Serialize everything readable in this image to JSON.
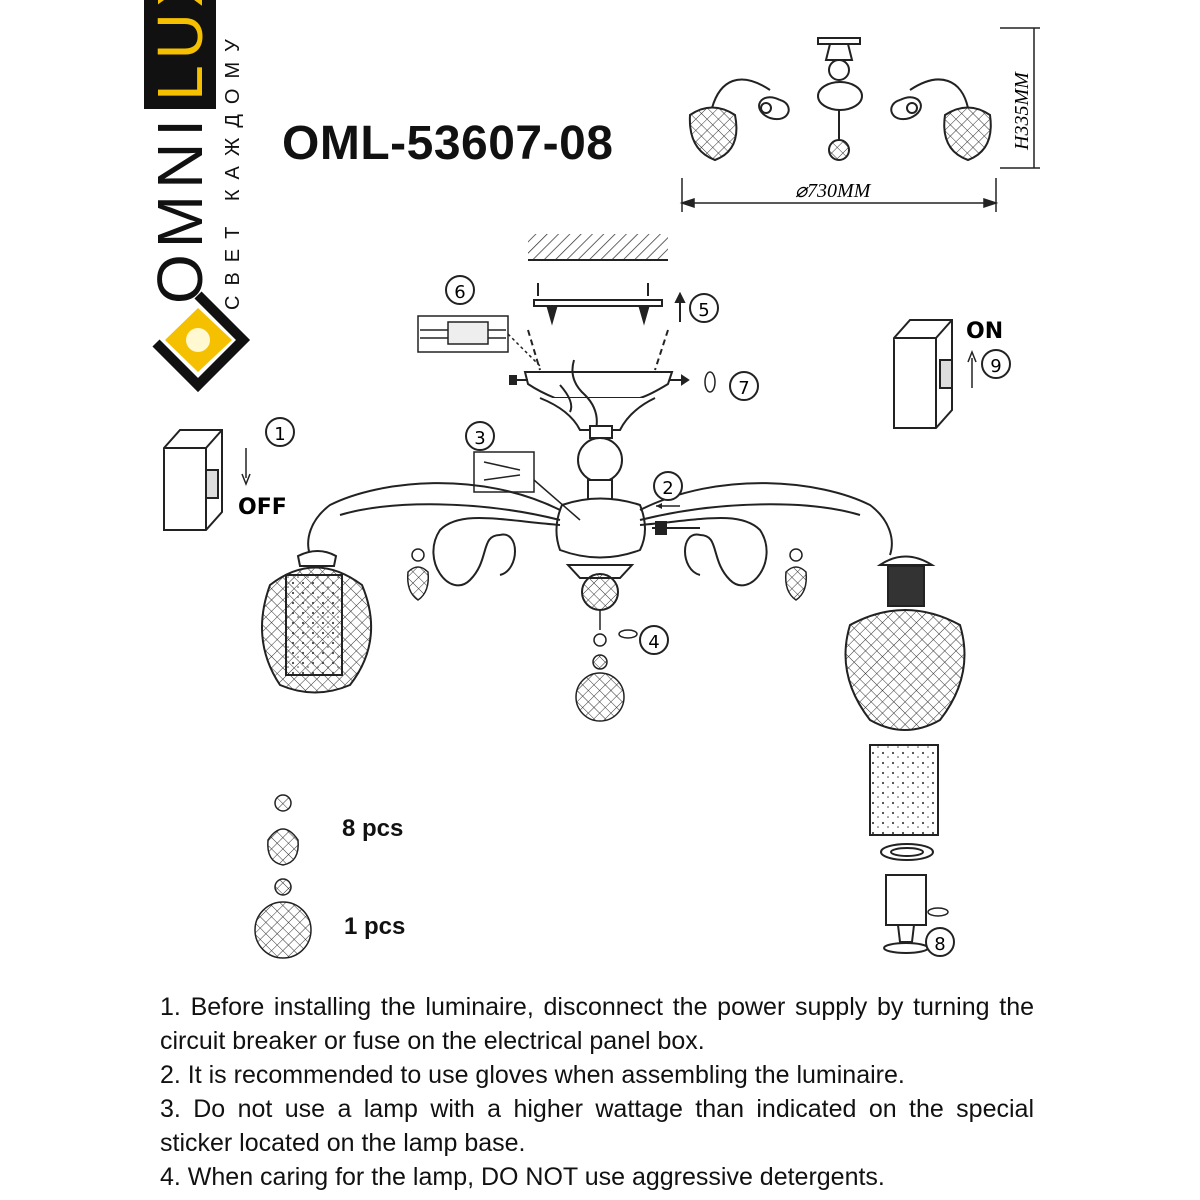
{
  "brand": {
    "word_left": "OMNI",
    "word_right": "LUX",
    "slogan": "СВЕТ КАЖДОМУ",
    "colors": {
      "accent": "#f4c000",
      "dark": "#111111"
    }
  },
  "model": "OML-53607-08",
  "dimensions": {
    "diameter": "⌀730MM",
    "height": "H335MM"
  },
  "switch_labels": {
    "off": "OFF",
    "on": "ON"
  },
  "steps": [
    "1",
    "2",
    "3",
    "4",
    "5",
    "6",
    "7",
    "8",
    "9"
  ],
  "parts": [
    {
      "qty": "8 pcs",
      "icon": "small-crystal-pendant-icon"
    },
    {
      "qty": "1 pcs",
      "icon": "large-crystal-ball-icon"
    }
  ],
  "notes": [
    "1. Before installing the luminaire, disconnect the power supply by turning the circuit breaker or fuse on the electrical panel box.",
    "2. It is recommended to use gloves when assembling the luminaire.",
    "3. Do not use a lamp with a higher wattage than indicated on the special sticker located on the lamp base.",
    "4. When caring for the lamp, DO NOT use aggressive detergents."
  ]
}
